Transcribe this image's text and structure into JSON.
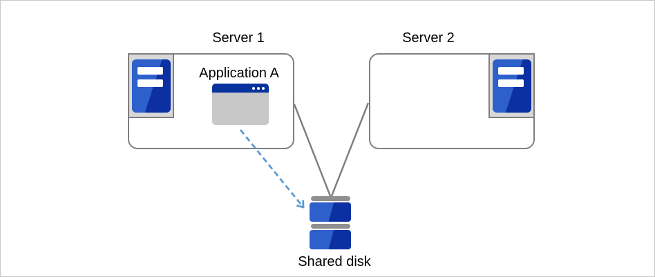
{
  "labels": {
    "server1": "Server 1",
    "server2": "Server 2",
    "application": "Application A",
    "shared_disk": "Shared disk"
  },
  "icons": {
    "server1_icon": "server-tower-icon",
    "server2_icon": "server-tower-icon",
    "application_icon": "application-window-icon",
    "shared_disk_icon": "disk-stack-icon",
    "dashed_arrow": "dashed-arrow-icon"
  },
  "colors": {
    "page_border": "#c9c9c9",
    "box_border": "#7f7f7f",
    "box_fill": "#ffffff",
    "icon_frame_fill": "#d8d8d8",
    "server_blue_light": "#2d60cb",
    "server_blue_dark": "#0c30a2",
    "window_titlebar_blue": "#08329e",
    "window_body_gray": "#c8c8c8",
    "disk_bar_gray": "#8f8f8f",
    "connector_gray": "#7f7f7f",
    "dashed_arrow_blue": "#5b9bd5",
    "label_text": "#000000"
  }
}
